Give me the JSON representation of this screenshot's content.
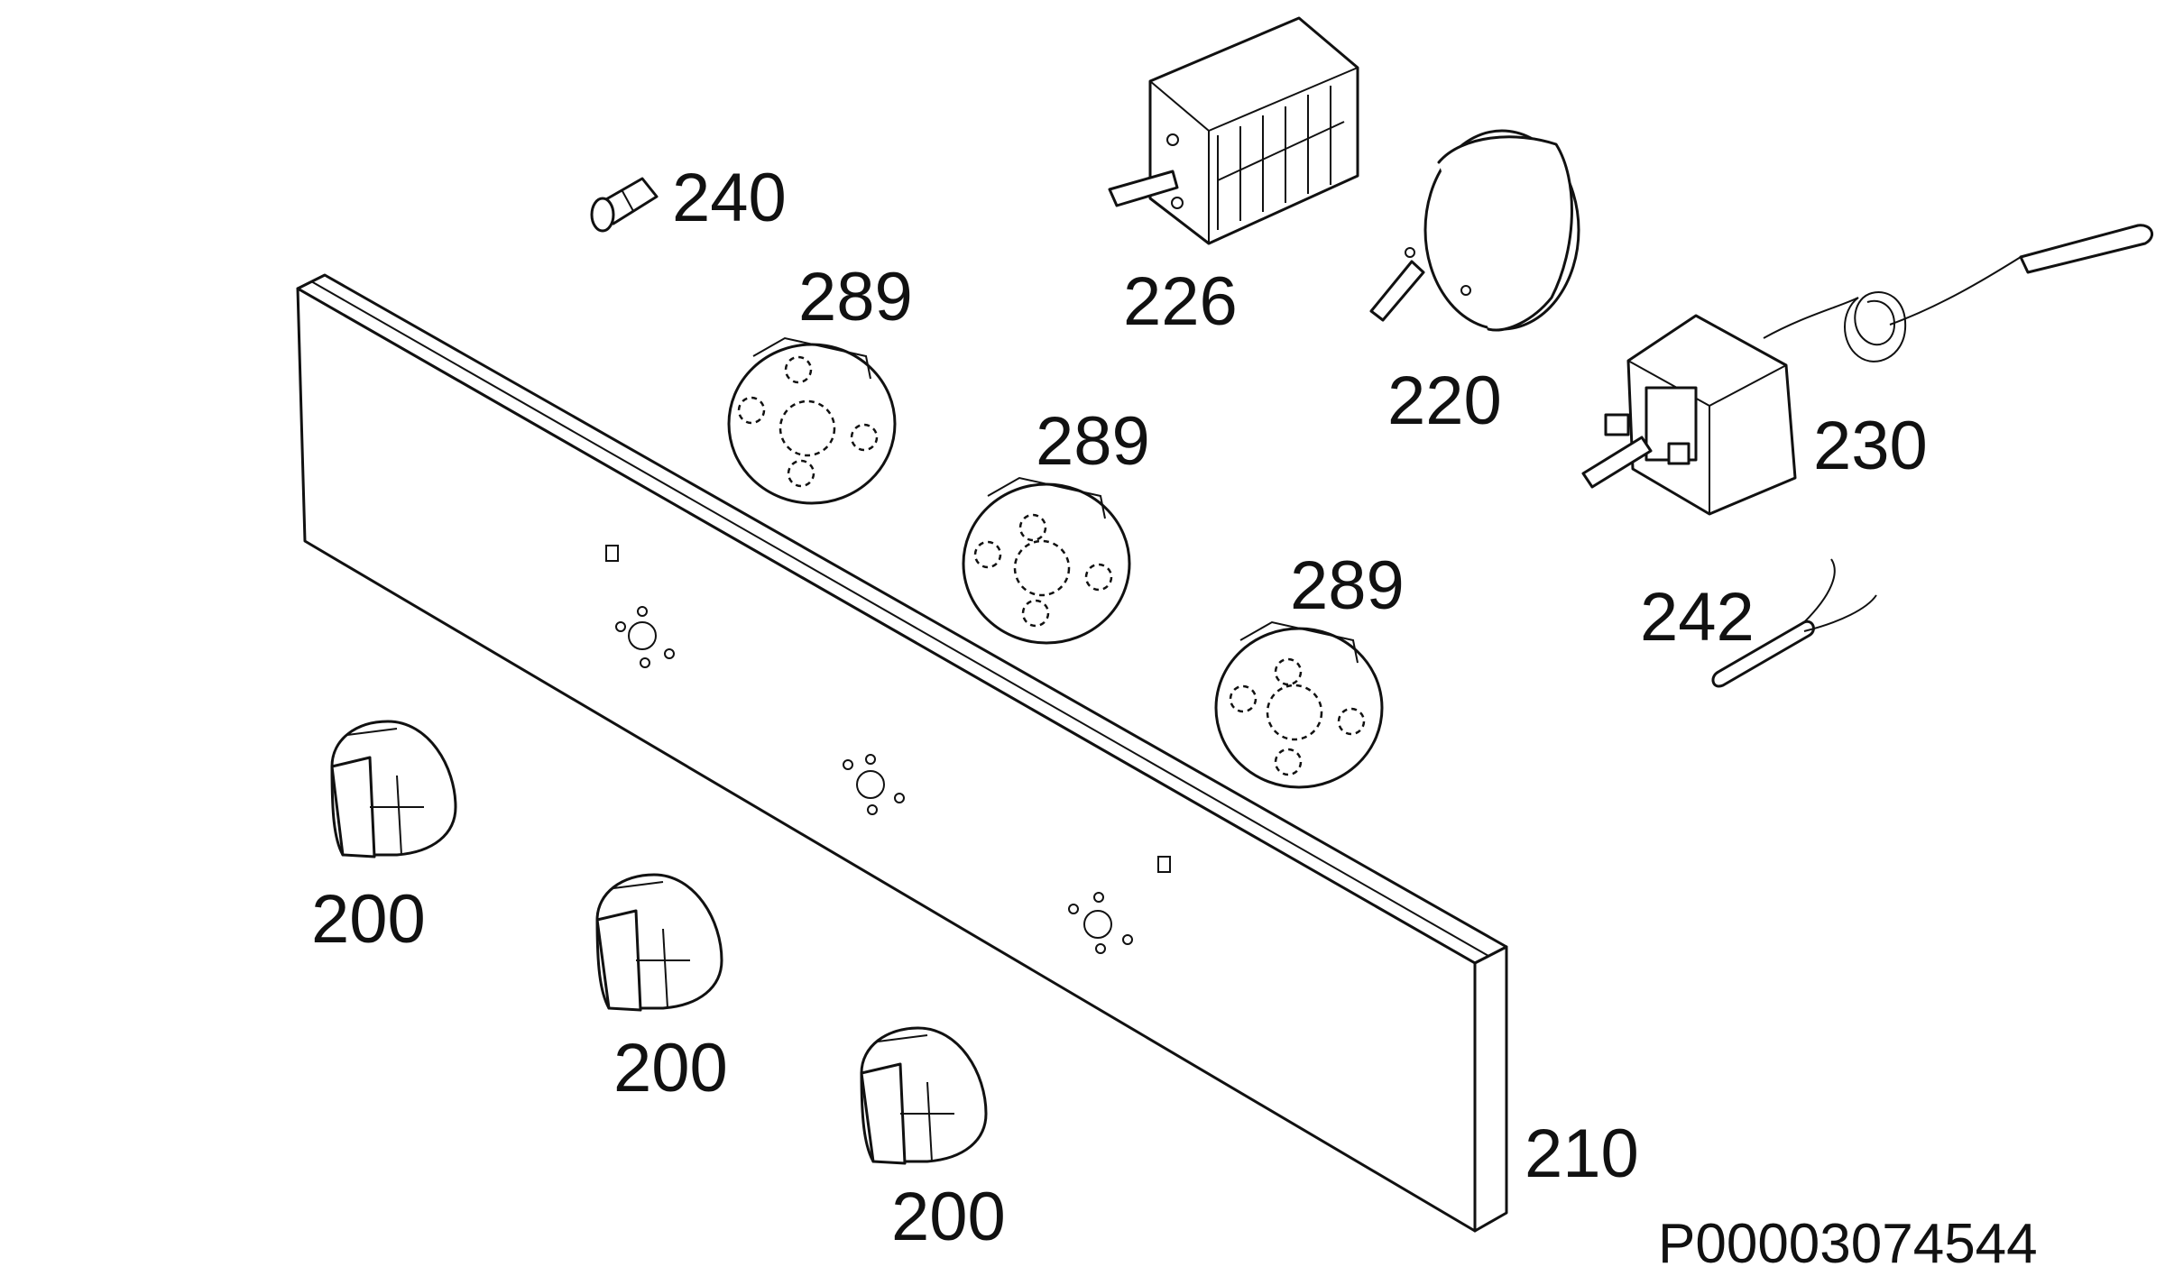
{
  "labels": {
    "knob_1": "200",
    "knob_2": "200",
    "knob_3": "200",
    "panel": "210",
    "timer": "220",
    "selector_switch": "226",
    "thermostat": "230",
    "lamp": "240",
    "sensor": "242",
    "knob_holder_1": "289",
    "knob_holder_2": "289",
    "knob_holder_3": "289"
  },
  "drawing_code": "P00003074544",
  "colors": {
    "line": "#111111",
    "background": "#ffffff"
  }
}
